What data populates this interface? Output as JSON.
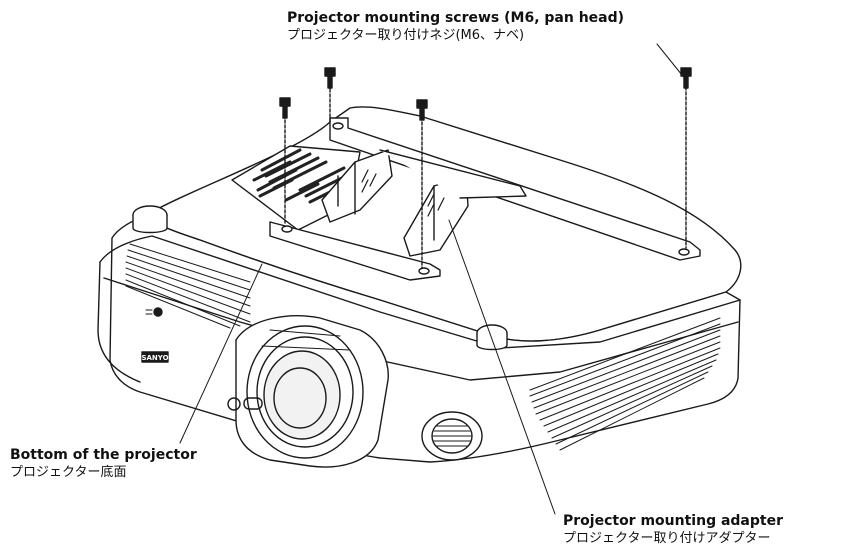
{
  "labels": {
    "screws": {
      "en": "Projector mounting screws (M6, pan head)",
      "ja": "プロジェクター取り付けネジ(M6、ナベ)"
    },
    "bottom": {
      "en": "Bottom of the projector",
      "ja": "プロジェクター底面"
    },
    "adapter": {
      "en": "Projector mounting adapter",
      "ja": "プロジェクター取り付けアダプター"
    }
  },
  "brand_logo_text": "SANYO",
  "colors": {
    "line": "#1a1a1a",
    "fill": "#ffffff",
    "vent": "#222222",
    "shade": "#e8e8e8"
  }
}
